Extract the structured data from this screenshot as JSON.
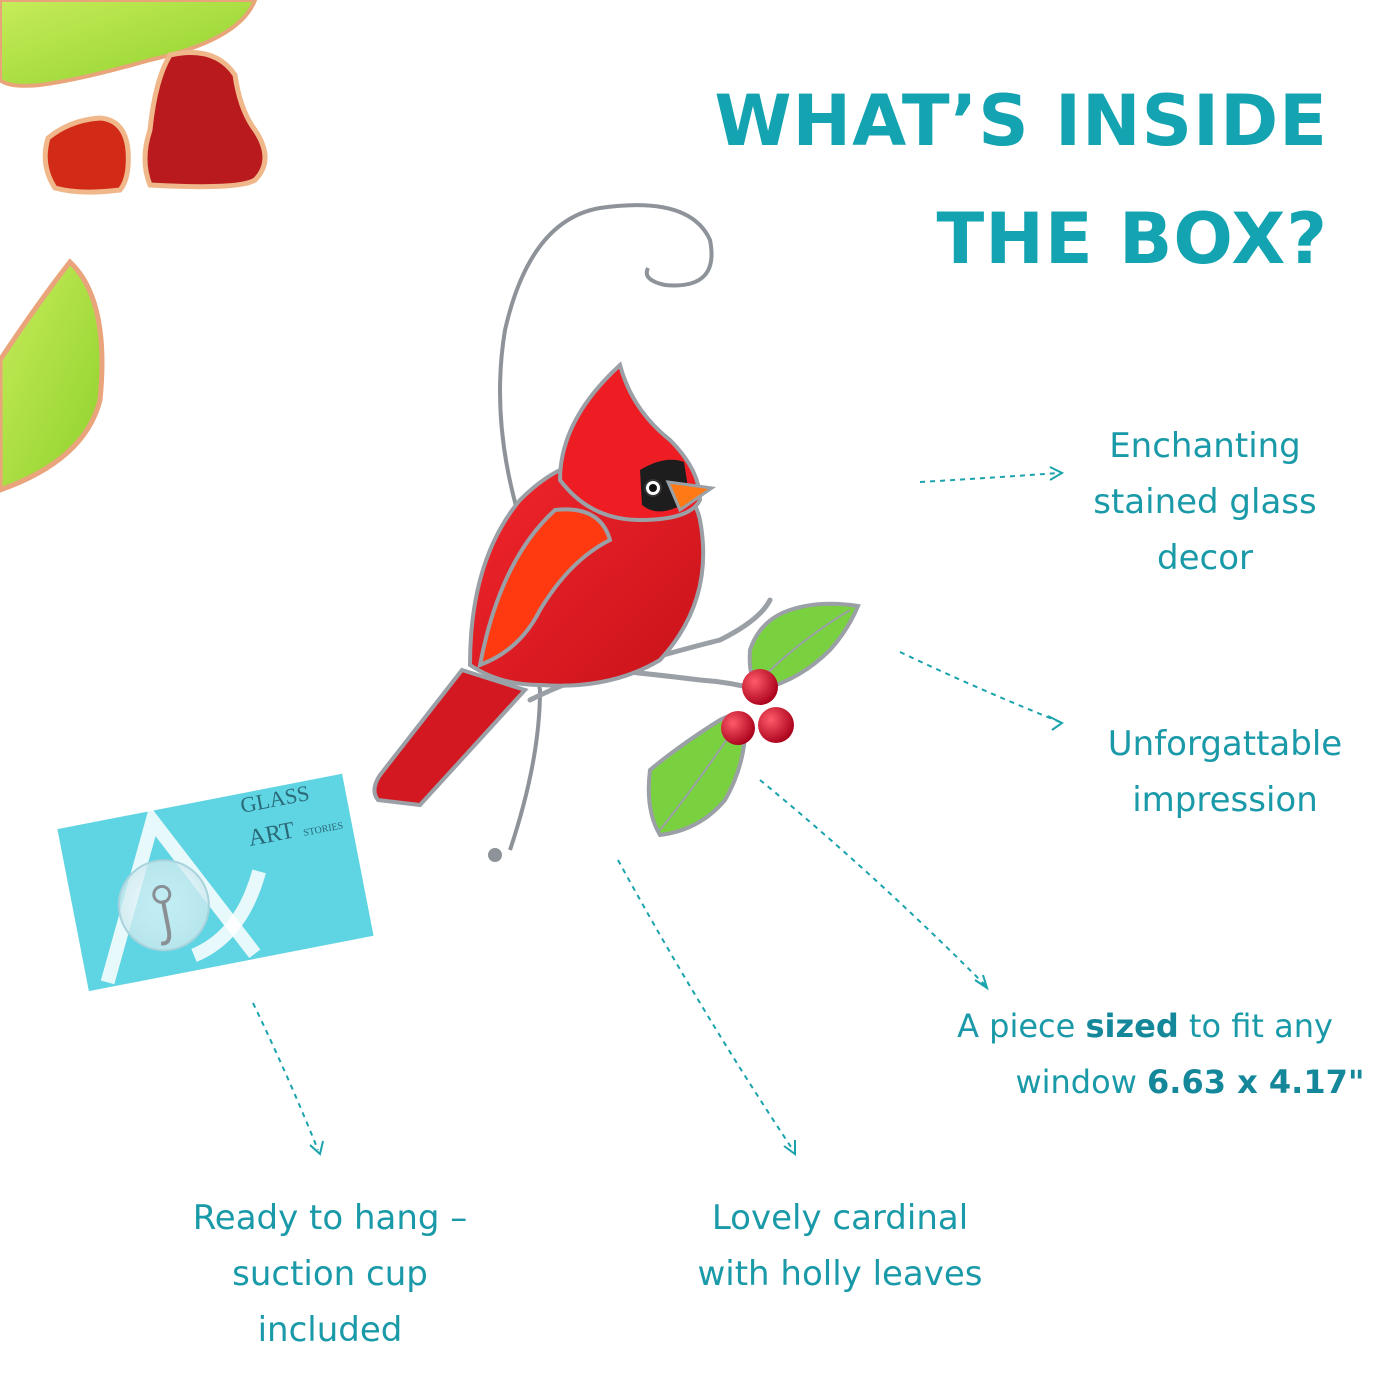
{
  "heading": {
    "line1": "WHAT’S INSIDE",
    "line2": "THE BOX?"
  },
  "callouts": {
    "decor": [
      "Enchanting",
      "stained glass",
      "decor"
    ],
    "impression": [
      "Unforgattable",
      "impression"
    ],
    "size": {
      "line1_pre": "A piece ",
      "line1_bold": "sized",
      "line1_post": " to fit any",
      "line2_pre": "window ",
      "line2_bold": "6.63 x 4.17\""
    },
    "hang": [
      "Ready to hang –",
      "suction cup",
      "included"
    ],
    "cardinal": [
      "Lovely cardinal",
      "with holly leaves"
    ]
  },
  "brand_card": {
    "line1": "GLASS",
    "line2": "ART",
    "line3": "STORIES"
  },
  "colors": {
    "accent": "#14a3b0",
    "cardinal_red": "#e0141c",
    "holly_green": "#74c93c",
    "berry": "#c8001a",
    "card_blue": "#5ed3e0"
  }
}
